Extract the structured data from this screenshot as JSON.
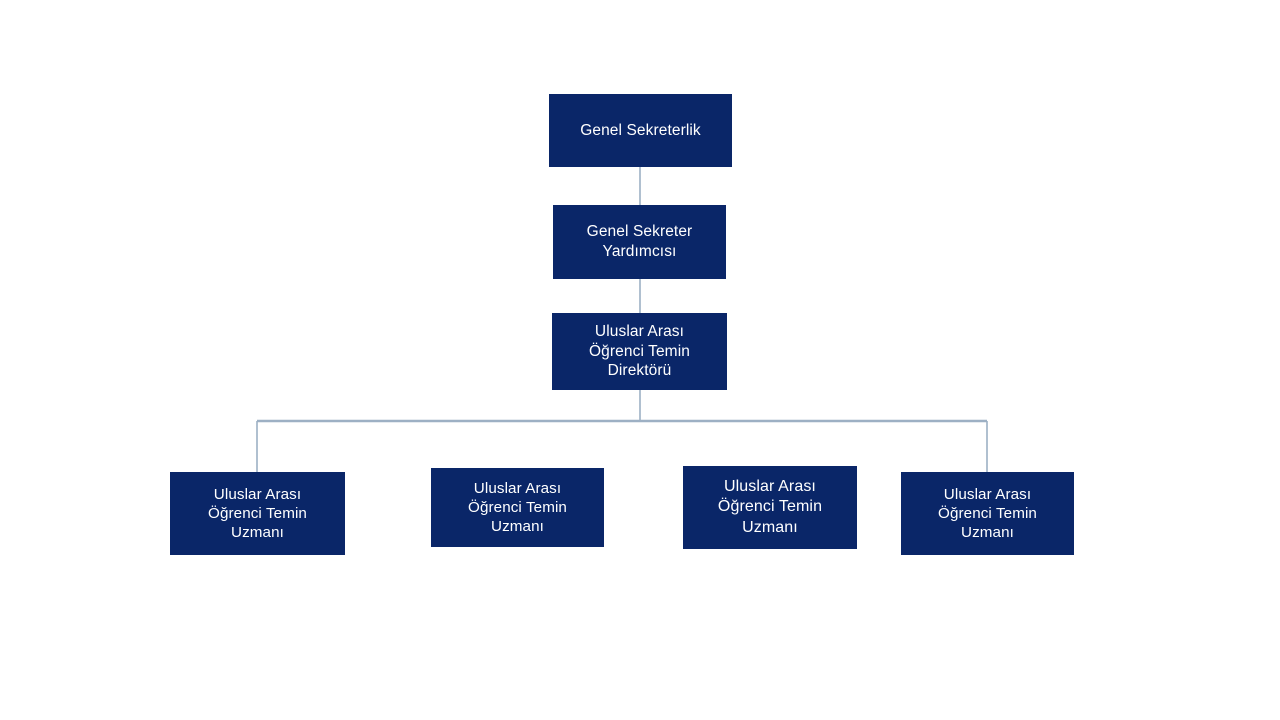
{
  "diagram": {
    "type": "organization-chart",
    "orientation": "top-down",
    "background_color": "#ffffff",
    "node_fill_color": "#0a2668",
    "node_text_color": "#ffffff",
    "connector_color": "#9db0c4",
    "levels": [
      {
        "level": 1,
        "nodes": [
          {
            "id": "general-secretariat",
            "label": "Genel Sekreterlik"
          }
        ]
      },
      {
        "level": 2,
        "nodes": [
          {
            "id": "deputy-secretary",
            "label": "Genel Sekreter\nYardımcısı"
          }
        ]
      },
      {
        "level": 3,
        "nodes": [
          {
            "id": "director",
            "label": "Uluslar Arası\nÖğrenci Temin\nDirektörü"
          }
        ]
      },
      {
        "level": 4,
        "nodes": [
          {
            "id": "specialist-1",
            "label": "Uluslar Arası\nÖğrenci Temin\nUzmanı"
          },
          {
            "id": "specialist-2",
            "label": "Uluslar Arası\nÖğrenci Temin\nUzmanı"
          },
          {
            "id": "specialist-3",
            "label": "Uluslar Arası\nÖğrenci Temin\nUzmanı"
          },
          {
            "id": "specialist-4",
            "label": "Uluslar Arası\nÖğrenci Temin\nUzmanı"
          }
        ]
      }
    ]
  }
}
